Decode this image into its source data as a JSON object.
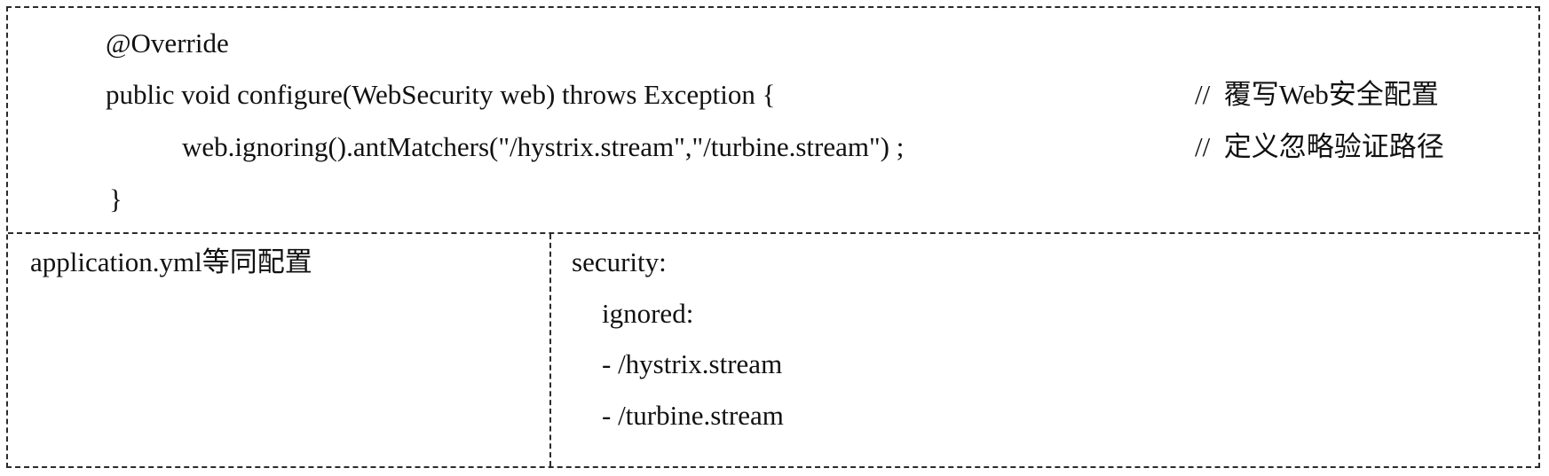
{
  "code_block": {
    "line1": "@Override",
    "line2": "public void configure(WebSecurity web) throws Exception {",
    "line3": "web.ignoring().antMatchers(\"/hystrix.stream\",\"/turbine.stream\") ;",
    "line4": "}",
    "comment2": "//  覆写Web安全配置",
    "comment3": "//  定义忽略验证路径"
  },
  "config_row": {
    "label": "application.yml等同配置",
    "yaml_lines": [
      "security:",
      "ignored:",
      "- /hystrix.stream",
      "- /turbine.stream"
    ]
  }
}
